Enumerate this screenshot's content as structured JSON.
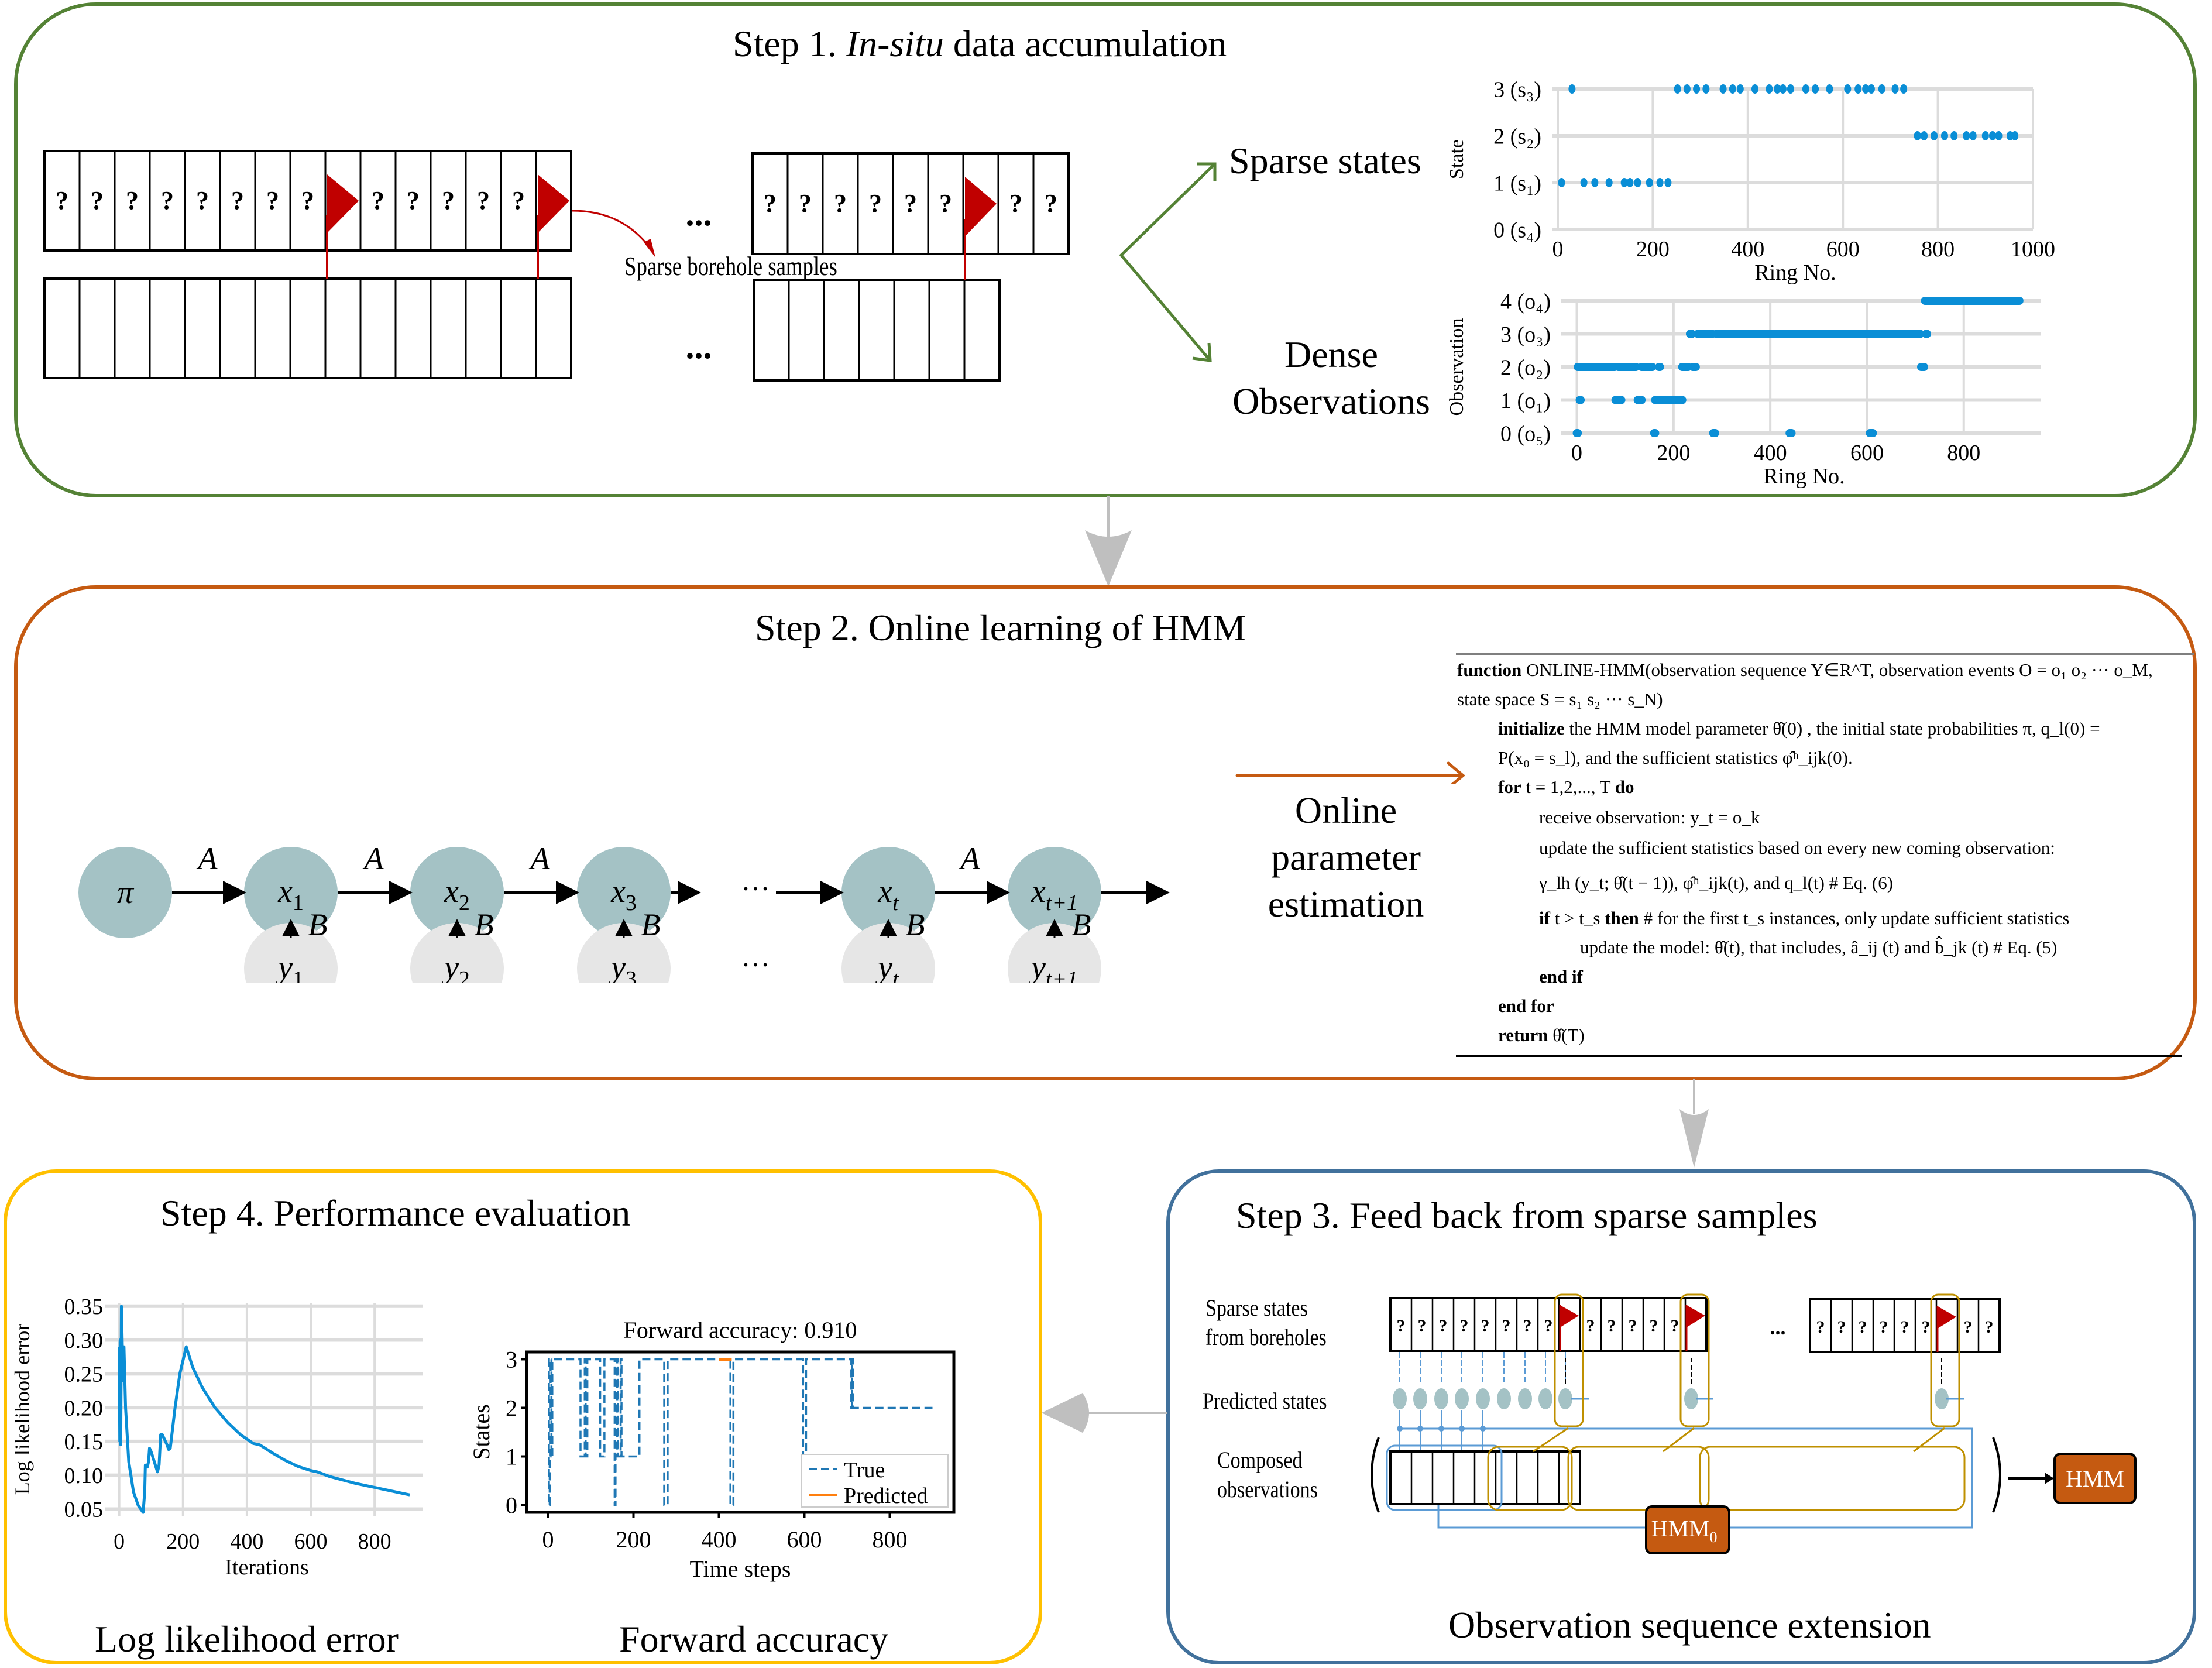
{
  "colors": {
    "step1_border": "#548235",
    "step2_border": "#c55a11",
    "step3_border": "#41719c",
    "step4_border": "#ffc000",
    "flow_arrow": "#bfbfbf",
    "state_node": "#a4c2c5",
    "obs_node": "#e6e6e6",
    "flag": "#c00000",
    "scatter": "#0a8ed6",
    "hmm_box": "#c55a11",
    "gold": "#bf9000",
    "blue_line": "#5b9bd5"
  },
  "step1": {
    "title_prefix": "Step 1. ",
    "title_italic": "In-situ",
    "title_suffix": " data accumulation",
    "unknown_glyph": "?",
    "ellipsis": "...",
    "borehole_label": "Sparse borehole samples",
    "sparse_label": "Sparse states",
    "dense_label_1": "Dense",
    "dense_label_2": "Observations"
  },
  "step2": {
    "title": "Step 2. Online learning of HMM",
    "pi": "π",
    "trans_label": "A",
    "emit_label": "B",
    "ellipsis": "···",
    "state_nodes": [
      {
        "base": "x",
        "sub": "1"
      },
      {
        "base": "x",
        "sub": "2"
      },
      {
        "base": "x",
        "sub": "3"
      },
      {
        "base": "x",
        "sub": "t"
      },
      {
        "base": "x",
        "sub": "t+1"
      }
    ],
    "obs_nodes": [
      {
        "base": "y",
        "sub": "1"
      },
      {
        "base": "y",
        "sub": "2"
      },
      {
        "base": "y",
        "sub": "3"
      },
      {
        "base": "y",
        "sub": "t"
      },
      {
        "base": "y",
        "sub": "t+1"
      }
    ],
    "estimation_label": [
      "Online",
      "parameter",
      "estimation"
    ],
    "algorithm": [
      {
        "indent": 0,
        "kw": "function",
        "text": " ONLINE-HMM(observation sequence Y∈R^T, observation events O = o₁ o₂ ··· o_M,"
      },
      {
        "indent": 0,
        "kw": "",
        "text": "state space S = s₁ s₂ ··· s_N)"
      },
      {
        "indent": 1,
        "kw": "initialize",
        "text": " the HMM model parameter θ̂(0) , the initial state probabilities π, q_l(0) ="
      },
      {
        "indent": 1,
        "kw": "",
        "text": "P(x₀ = s_l), and the sufficient statistics φ̂ʰ_ijk(0)."
      },
      {
        "indent": 1,
        "kw": "for",
        "text": " t = 1,2,..., T ",
        "kw2": "do"
      },
      {
        "indent": 2,
        "kw": "",
        "text": "receive observation: y_t = o_k"
      },
      {
        "indent": 2,
        "kw": "",
        "text": "update the sufficient statistics based on every new coming observation:"
      },
      {
        "indent": 2,
        "kw": "",
        "text": "γ_lh (y_t; θ̂(t − 1)),  φ̂ʰ_ijk(t), and q_l(t) # Eq. (6)"
      },
      {
        "indent": 2,
        "kw": "if",
        "text": " t > t_s ",
        "kw2": "then",
        "text2": " # for the first t_s instances, only update sufficient statistics"
      },
      {
        "indent": 3,
        "kw": "",
        "text": "update the model: θ̂(t), that includes, â_ij (t) and b̂_jk (t) # Eq. (5)"
      },
      {
        "indent": 2,
        "kw": "end if",
        "text": ""
      },
      {
        "indent": 1,
        "kw": "end for",
        "text": ""
      },
      {
        "indent": 1,
        "kw": "return",
        "text": " θ̂(T)"
      }
    ]
  },
  "step3": {
    "title": "Step 3. Feed back from sparse samples",
    "sparse_label_1": "Sparse states",
    "sparse_label_2": "from boreholes",
    "predicted_label": "Predicted states",
    "composed_label_1": "Composed",
    "composed_label_2": "observations",
    "hmm_label": "HMM",
    "hmm0_label": "HMM",
    "hmm0_sub": "0",
    "ellipsis": "...",
    "footer": "Observation sequence extension"
  },
  "step4": {
    "title": "Step 4. Performance evaluation",
    "caption_left": "Log likelihood error",
    "caption_right": "Forward accuracy"
  },
  "chart_data": [
    {
      "id": "sparse-states",
      "type": "scatter",
      "title": "",
      "xlabel": "Ring No.",
      "ylabel": "State",
      "xlim": [
        0,
        1000
      ],
      "ylim": [
        0,
        3
      ],
      "xticks": [
        0,
        200,
        400,
        600,
        800,
        1000
      ],
      "yticks": [
        {
          "v": 0,
          "label": "0 (s₄)"
        },
        {
          "v": 1,
          "label": "1 (s₁)"
        },
        {
          "v": 2,
          "label": "2 (s₂)"
        },
        {
          "v": 3,
          "label": "3 (s₃)"
        }
      ],
      "grid": true,
      "series": [
        {
          "name": "state",
          "points": [
            [
              8,
              1
            ],
            [
              55,
              1
            ],
            [
              78,
              1
            ],
            [
              108,
              1
            ],
            [
              140,
              1
            ],
            [
              152,
              1
            ],
            [
              168,
              1
            ],
            [
              193,
              1
            ],
            [
              215,
              1
            ],
            [
              232,
              1
            ],
            [
              30,
              3
            ],
            [
              252,
              3
            ],
            [
              272,
              3
            ],
            [
              292,
              3
            ],
            [
              312,
              3
            ],
            [
              348,
              3
            ],
            [
              368,
              3
            ],
            [
              384,
              3
            ],
            [
              415,
              3
            ],
            [
              445,
              3
            ],
            [
              462,
              3
            ],
            [
              474,
              3
            ],
            [
              490,
              3
            ],
            [
              522,
              3
            ],
            [
              542,
              3
            ],
            [
              572,
              3
            ],
            [
              610,
              3
            ],
            [
              632,
              3
            ],
            [
              648,
              3
            ],
            [
              660,
              3
            ],
            [
              682,
              3
            ],
            [
              710,
              3
            ],
            [
              728,
              3
            ],
            [
              757,
              2
            ],
            [
              771,
              2
            ],
            [
              792,
              2
            ],
            [
              814,
              2
            ],
            [
              834,
              2
            ],
            [
              860,
              2
            ],
            [
              874,
              2
            ],
            [
              900,
              2
            ],
            [
              915,
              2
            ],
            [
              928,
              2
            ],
            [
              952,
              2
            ],
            [
              962,
              2
            ]
          ]
        }
      ]
    },
    {
      "id": "dense-observations",
      "type": "scatter",
      "title": "",
      "xlabel": "Ring No.",
      "ylabel": "Observation",
      "xlim": [
        -20,
        960
      ],
      "ylim": [
        0,
        4
      ],
      "xticks": [
        0,
        200,
        400,
        600,
        800
      ],
      "yticks": [
        {
          "v": 0,
          "label": "0 (o₅)"
        },
        {
          "v": 1,
          "label": "1 (o₁)"
        },
        {
          "v": 2,
          "label": "2 (o₂)"
        },
        {
          "v": 3,
          "label": "3 (o₃)"
        },
        {
          "v": 4,
          "label": "4 (o₄)"
        }
      ],
      "grid": true,
      "segments": [
        {
          "y": 4,
          "from": 720,
          "to": 915
        },
        {
          "y": 3,
          "from": 234,
          "to": 238
        },
        {
          "y": 3,
          "from": 250,
          "to": 280
        },
        {
          "y": 3,
          "from": 288,
          "to": 440
        },
        {
          "y": 3,
          "from": 446,
          "to": 610
        },
        {
          "y": 3,
          "from": 616,
          "to": 710
        },
        {
          "y": 3,
          "from": 722,
          "to": 724
        },
        {
          "y": 2,
          "from": 2,
          "to": 78
        },
        {
          "y": 2,
          "from": 86,
          "to": 122
        },
        {
          "y": 2,
          "from": 134,
          "to": 156
        },
        {
          "y": 2,
          "from": 170,
          "to": 172
        },
        {
          "y": 2,
          "from": 218,
          "to": 230
        },
        {
          "y": 2,
          "from": 240,
          "to": 246
        },
        {
          "y": 2,
          "from": 712,
          "to": 718
        },
        {
          "y": 1,
          "from": 6,
          "to": 8
        },
        {
          "y": 1,
          "from": 80,
          "to": 92
        },
        {
          "y": 1,
          "from": 126,
          "to": 134
        },
        {
          "y": 1,
          "from": 162,
          "to": 218
        },
        {
          "y": 0,
          "from": 0,
          "to": 2
        },
        {
          "y": 0,
          "from": 160,
          "to": 162
        },
        {
          "y": 0,
          "from": 282,
          "to": 286
        },
        {
          "y": 0,
          "from": 440,
          "to": 444
        },
        {
          "y": 0,
          "from": 606,
          "to": 612
        }
      ]
    },
    {
      "id": "log-likelihood-error",
      "type": "line",
      "title": "",
      "xlabel": "Iterations",
      "ylabel": "Log likelihood error",
      "xlim": [
        -25,
        950
      ],
      "ylim": [
        0.04,
        0.355
      ],
      "xticks": [
        0,
        200,
        400,
        600,
        800
      ],
      "yticks": [
        0.05,
        0.1,
        0.15,
        0.2,
        0.25,
        0.3,
        0.35
      ],
      "grid": true,
      "series": [
        {
          "name": "error",
          "x": [
            0,
            2,
            3,
            5,
            7,
            9,
            12,
            15,
            20,
            30,
            45,
            60,
            75,
            80,
            82,
            85,
            88,
            92,
            95,
            100,
            110,
            120,
            125,
            130,
            135,
            140,
            150,
            155,
            160,
            165,
            175,
            190,
            210,
            230,
            260,
            280,
            300,
            340,
            380,
            420,
            440,
            480,
            520,
            560,
            600,
            620,
            660,
            700,
            740,
            780,
            820,
            860,
            900,
            910
          ],
          "y": [
            0.29,
            0.15,
            0.3,
            0.145,
            0.35,
            0.31,
            0.24,
            0.29,
            0.2,
            0.12,
            0.075,
            0.055,
            0.045,
            0.075,
            0.115,
            0.115,
            0.112,
            0.12,
            0.14,
            0.135,
            0.12,
            0.105,
            0.115,
            0.16,
            0.16,
            0.155,
            0.145,
            0.138,
            0.14,
            0.16,
            0.2,
            0.25,
            0.29,
            0.26,
            0.23,
            0.215,
            0.2,
            0.178,
            0.16,
            0.147,
            0.145,
            0.133,
            0.122,
            0.113,
            0.107,
            0.105,
            0.098,
            0.093,
            0.088,
            0.084,
            0.08,
            0.076,
            0.072,
            0.071
          ]
        }
      ]
    },
    {
      "id": "forward-accuracy",
      "type": "line",
      "title": "Forward accuracy: 0.910",
      "xlabel": "Time steps",
      "ylabel": "States",
      "xlim": [
        -50,
        950
      ],
      "ylim": [
        -0.15,
        3.15
      ],
      "xticks": [
        0,
        200,
        400,
        600,
        800
      ],
      "yticks": [
        0,
        1,
        2,
        3
      ],
      "grid": false,
      "legend": "bottom-right",
      "series": [
        {
          "name": "True",
          "style": "dashed",
          "color": "#1f77b4",
          "steps": [
            [
              0,
              3
            ],
            [
              2,
              0
            ],
            [
              4,
              1
            ],
            [
              6,
              3
            ],
            [
              8,
              1
            ],
            [
              10,
              3
            ],
            [
              75,
              3
            ],
            [
              76,
              1
            ],
            [
              84,
              1
            ],
            [
              86,
              3
            ],
            [
              88,
              1
            ],
            [
              92,
              3
            ],
            [
              120,
              3
            ],
            [
              122,
              1
            ],
            [
              130,
              1
            ],
            [
              132,
              3
            ],
            [
              155,
              3
            ],
            [
              156,
              0
            ],
            [
              158,
              1
            ],
            [
              162,
              3
            ],
            [
              164,
              1
            ],
            [
              170,
              1
            ],
            [
              170,
              3
            ],
            [
              172,
              1
            ],
            [
              213,
              1
            ],
            [
              214,
              3
            ],
            [
              270,
              3
            ],
            [
              272,
              0
            ],
            [
              278,
              0
            ],
            [
              280,
              3
            ],
            [
              425,
              3
            ],
            [
              427,
              0
            ],
            [
              432,
              0
            ],
            [
              434,
              3
            ],
            [
              595,
              3
            ],
            [
              597,
              0
            ],
            [
              602,
              0
            ],
            [
              604,
              3
            ],
            [
              708,
              3
            ],
            [
              710,
              2
            ],
            [
              712,
              3
            ],
            [
              714,
              2
            ],
            [
              900,
              2
            ]
          ]
        },
        {
          "name": "Predicted",
          "style": "solid",
          "color": "#ff7f0e",
          "steps": [
            [
              400,
              3
            ],
            [
              430,
              3
            ]
          ]
        }
      ]
    }
  ]
}
